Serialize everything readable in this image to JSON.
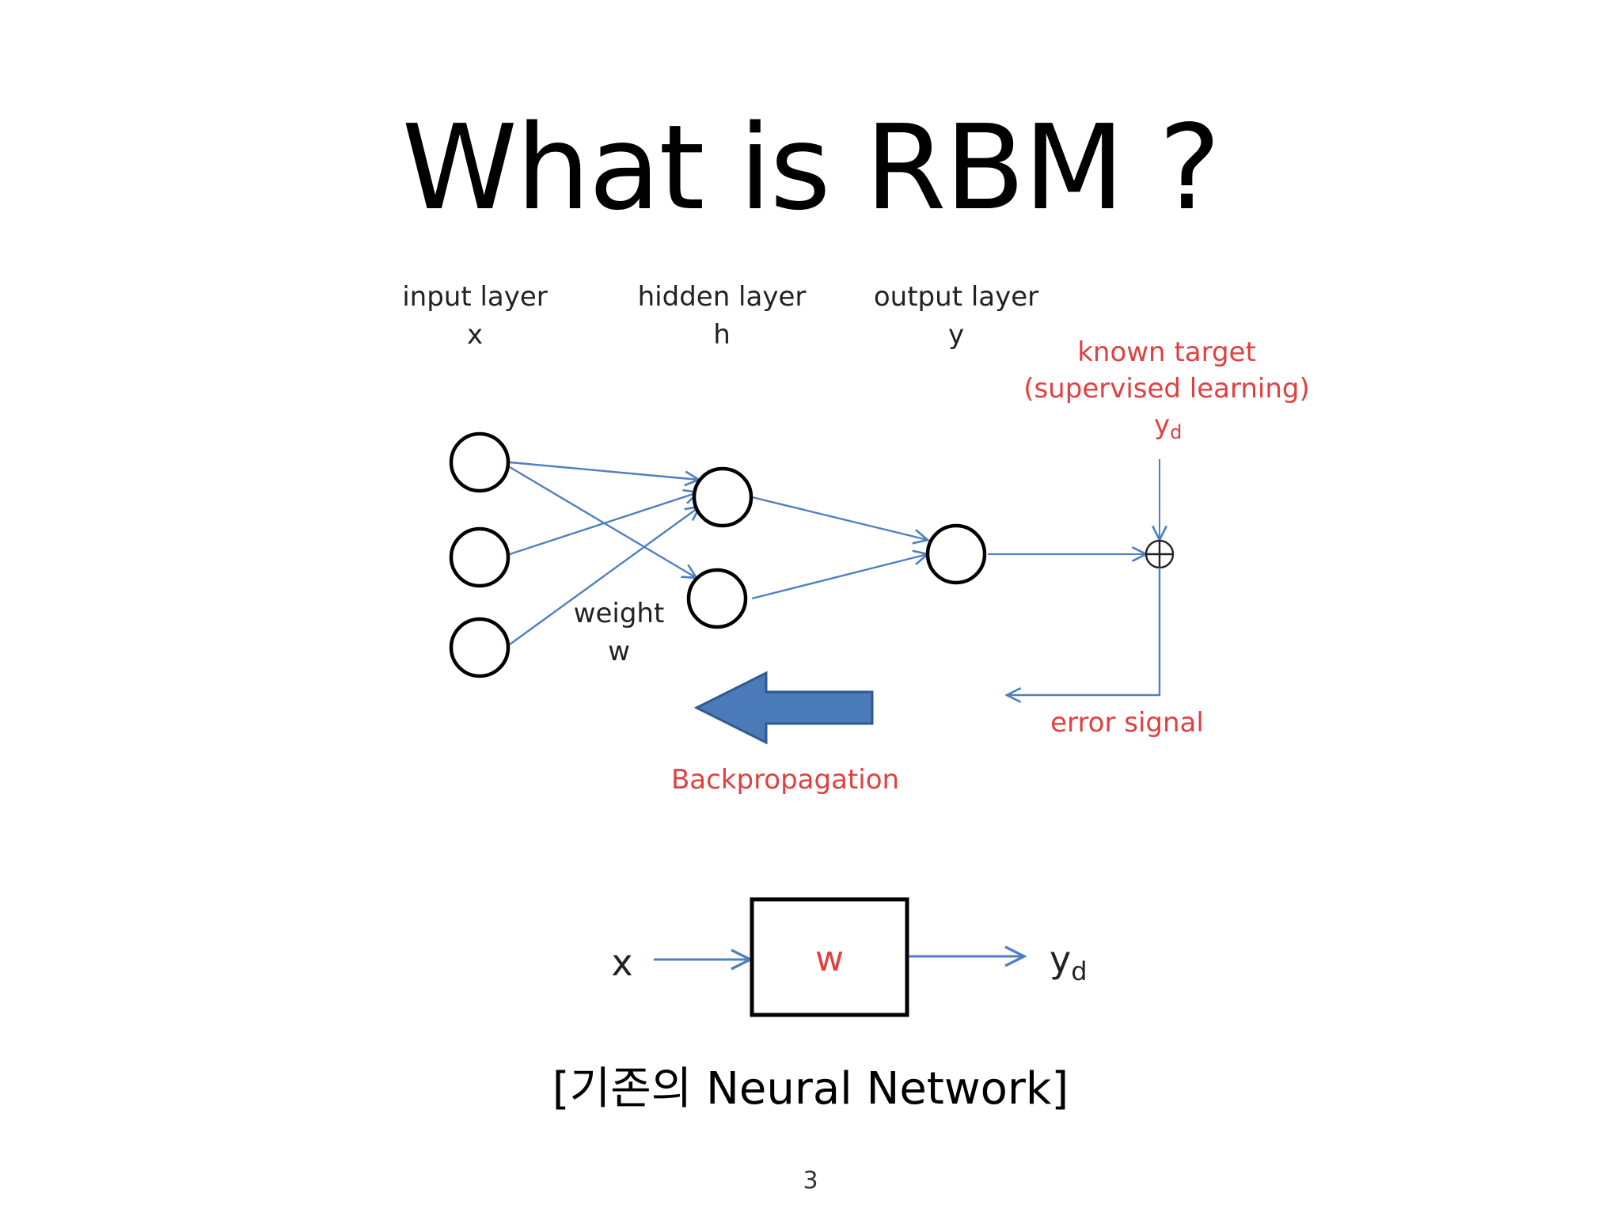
{
  "slide": {
    "title": "What is RBM ?",
    "caption": "[기존의 Neural Network]",
    "page_number": "3"
  },
  "network": {
    "input_layer": {
      "label": "input layer",
      "symbol": "x",
      "nodes": 3
    },
    "hidden_layer": {
      "label": "hidden layer",
      "symbol": "h",
      "nodes": 2
    },
    "output_layer": {
      "label": "output layer",
      "symbol": "y",
      "nodes": 1
    },
    "weight_label": "weight",
    "weight_symbol": "w",
    "target_label_line1": "known target",
    "target_label_line2": "(supervised learning)",
    "target_symbol": "y",
    "target_subscript": "d",
    "error_label": "error signal",
    "backprop_label": "Backpropagation"
  },
  "simple_model": {
    "input": "x",
    "box": "w",
    "output": "y",
    "output_subscript": "d"
  },
  "colors": {
    "arrow_blue": "#4f7fc0",
    "label_red": "#e04040",
    "backprop_fill": "#4a7ab8",
    "backprop_stroke": "#2f5a92",
    "node_stroke": "#000000",
    "text": "#222222"
  }
}
